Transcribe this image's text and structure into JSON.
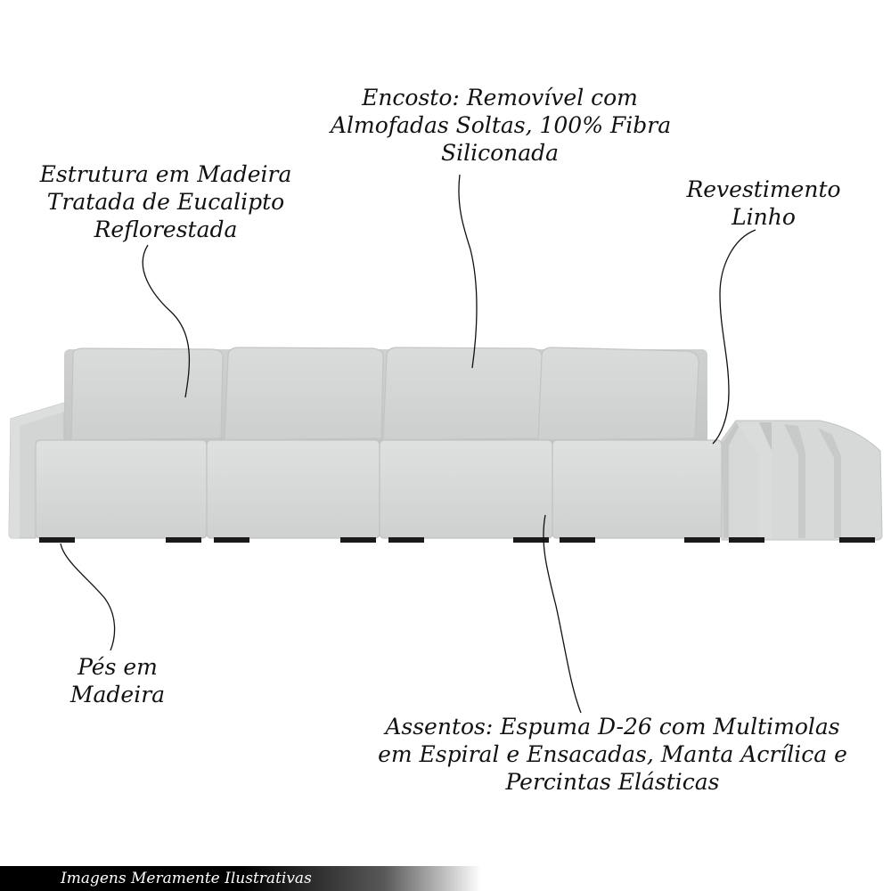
{
  "annotations": {
    "encosto": [
      "Encosto: Removível com",
      "Almofadas Soltas, 100% Fibra",
      "Siliconada"
    ],
    "estrutura": [
      "Estrutura em Madeira",
      "Tratada de Eucalipto",
      "Reflorestada"
    ],
    "revestimento": [
      "Revestimento",
      "Linho"
    ],
    "pes": [
      "Pés em",
      "Madeira"
    ],
    "assentos": [
      "Assentos: Espuma D-26 com Multimolas",
      "em Espiral e Ensacadas, Manta Acrílica e",
      "Percintas Elásticas"
    ]
  },
  "footer": {
    "text": "Imagens Meramente Ilustrativas"
  },
  "colors": {
    "fabric": "#d6d8d8",
    "fabric_shadow": "#bfc1c1",
    "fabric_light": "#e4e5e5",
    "feet": "#1a1a1a",
    "text": "#111111",
    "footer_bg": "#000000",
    "footer_text": "#ffffff"
  }
}
